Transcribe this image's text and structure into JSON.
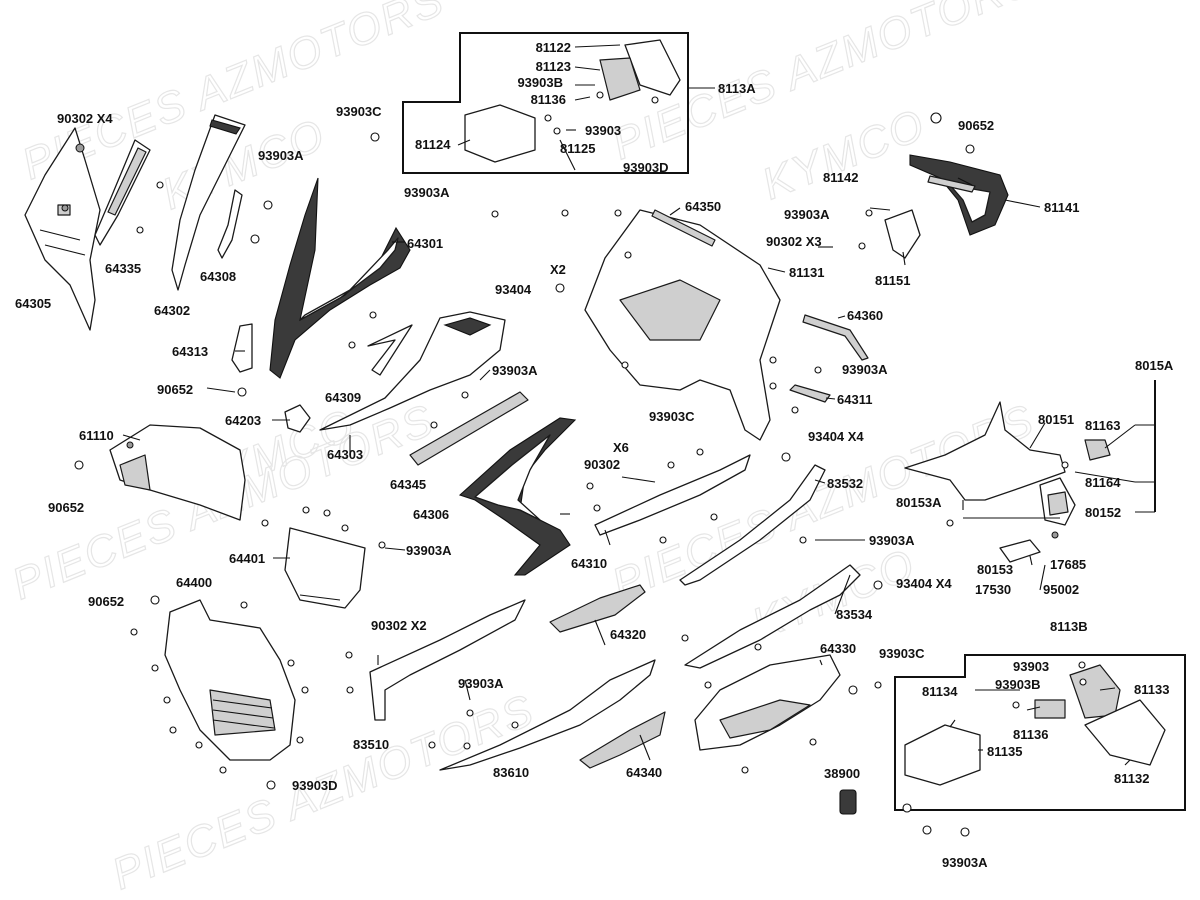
{
  "watermarks": [
    "PIECES AZMOTORS",
    "KYMCO"
  ],
  "labels": {
    "l90302x4": "90302   X4",
    "l64305": "64305",
    "l64335": "64335",
    "l64302": "64302",
    "l64308": "64308",
    "l93903C_top": "93903C",
    "l93903A_a": "93903A",
    "l64313": "64313",
    "l90652_a": "90652",
    "l64301": "64301",
    "l64309": "64309",
    "l64203": "64203",
    "l64303": "64303",
    "l93903A_b": "93903A",
    "l64345": "64345",
    "l61110": "61110",
    "l90652_b": "90652",
    "l64306": "64306",
    "l64401": "64401",
    "l93903A_c": "93903A",
    "l90652_c": "90652",
    "l64400": "64400",
    "l93903D_bl": "93903D",
    "l90302x2": "90302   X2",
    "l83510": "83510",
    "l93903A_d": "93903A",
    "l83610": "83610",
    "l64320": "64320",
    "l64340": "64340",
    "l64310": "64310",
    "l90302x6_x": "X6",
    "l90302x6": "90302",
    "l93903C_mid": "93903C",
    "l81122": "81122",
    "l81123": "81123",
    "l93903B_top": "93903B",
    "l81136_top": "81136",
    "l8113A": "8113A",
    "l81124": "81124",
    "l81125": "81125",
    "l93903_top": "93903",
    "l93903D_top": "93903D",
    "l93903A_e": "93903A",
    "l64350": "64350",
    "l90302x3": "90302   X3",
    "l81131": "81131",
    "l93404x2_x": "X2",
    "l93404_a": "93404",
    "l64360": "64360",
    "l93903A_f": "93903A",
    "l64311": "64311",
    "l93404x4_a": "93404    X4",
    "l83532": "83532",
    "l93903A_g": "93903A",
    "l93404x4_b": "93404   X4",
    "l83534": "83534",
    "l64330": "64330",
    "l93903C_r": "93903C",
    "l38900": "38900",
    "l93903A_bot": "93903A",
    "l90652_r": "90652",
    "l81142": "81142",
    "l81141": "81141",
    "l93903A_h": "93903A",
    "l81151": "81151",
    "l8015A": "8015A",
    "l80151": "80151",
    "l81163": "81163",
    "l81164": "81164",
    "l80153A": "80153A",
    "l80152": "80152",
    "l80153": "80153",
    "l17685": "17685",
    "l17530": "17530",
    "l95002": "95002",
    "l8113B": "8113B",
    "l93903_b": "93903",
    "l93903B_b": "93903B",
    "l81134": "81134",
    "l81133": "81133",
    "l81136_b": "81136",
    "l81135": "81135",
    "l81132": "81132"
  }
}
